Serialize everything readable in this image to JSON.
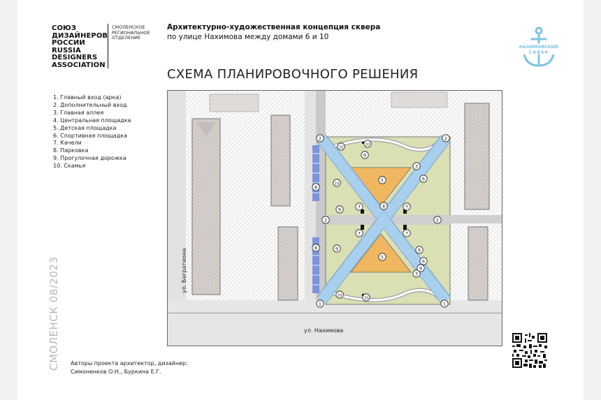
{
  "org": {
    "lines": [
      "СОЮЗ",
      "ДИЗАЙНЕРОВ",
      "РОССИИ",
      "RUSSIA",
      "DESIGNERS",
      "ASSOCIATION"
    ],
    "sub": [
      "СМОЛЕНСКОЕ",
      "РЕГИОНАЛЬНОЕ",
      "ОТДЕЛЕНИЕ"
    ]
  },
  "project": {
    "title": "Архитектурно-художественная концепция сквера",
    "subtitle": "по улице Нахимова между домами 6 и 10"
  },
  "heading": "СХЕМА ПЛАНИРОВОЧНОГО РЕШЕНИЯ",
  "logo": {
    "line1": "НАХИМОВСКИЙ",
    "line2": "СКВЕР",
    "color": "#7ec3e3"
  },
  "legend": [
    "1. Главный вход (арка)",
    "2. Дополнительный вход",
    "3. Главная аллея",
    "4. Центральная площадка",
    "5. Детская площадка",
    "6. Спортивная площадка",
    "7. Качели",
    "8. Парковка",
    "9. Прогулочная дорожка",
    "10. Скамья"
  ],
  "map": {
    "street_left": "ул. Багратиона",
    "street_bottom": "ул. Нахимова",
    "colors": {
      "alley": "#a9cfee",
      "lawn": "#dadfb4",
      "play": "#efb860",
      "parking": "#7d94d8",
      "building": "#d6d0cd"
    }
  },
  "vertical_label": "СМОЛЕНСК 08/2023",
  "authors": {
    "line1": "Авторы проекта архитектор, дизайнер:",
    "line2": "Симоненков О.Н., Буркина Е.Г."
  }
}
